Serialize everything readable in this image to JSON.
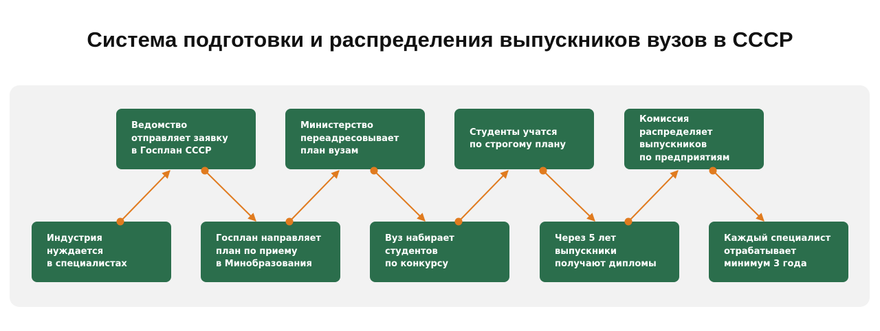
{
  "title": "Система подготовки и распределения выпускников вузов в СССР",
  "colors": {
    "box": "#2b6e4c",
    "arrow": "#e07b1f",
    "panel": "#f2f2f2"
  },
  "steps": [
    {
      "text": "Индустрия нуждается\nв специалистах",
      "row": "bottom"
    },
    {
      "text": "Ведомство\nотправляет заявку\nв Госплан СССР",
      "row": "top"
    },
    {
      "text": "Госплан направляет\nплан по приему\nв Минобразования",
      "row": "bottom"
    },
    {
      "text": "Министерство\nпереадресовывает\nплан вузам",
      "row": "top"
    },
    {
      "text": "Вуз набирает\nстудентов\nпо конкурсу",
      "row": "bottom"
    },
    {
      "text": "Студенты учатся\nпо строгому плану",
      "row": "top"
    },
    {
      "text": "Через 5 лет выпускники\nполучают дипломы",
      "row": "bottom"
    },
    {
      "text": "Комиссия распределяет\nвыпускников\nпо предприятиям",
      "row": "top"
    },
    {
      "text": "Каждый специалист\nотрабатывает\nминимум 3 года",
      "row": "bottom"
    }
  ]
}
